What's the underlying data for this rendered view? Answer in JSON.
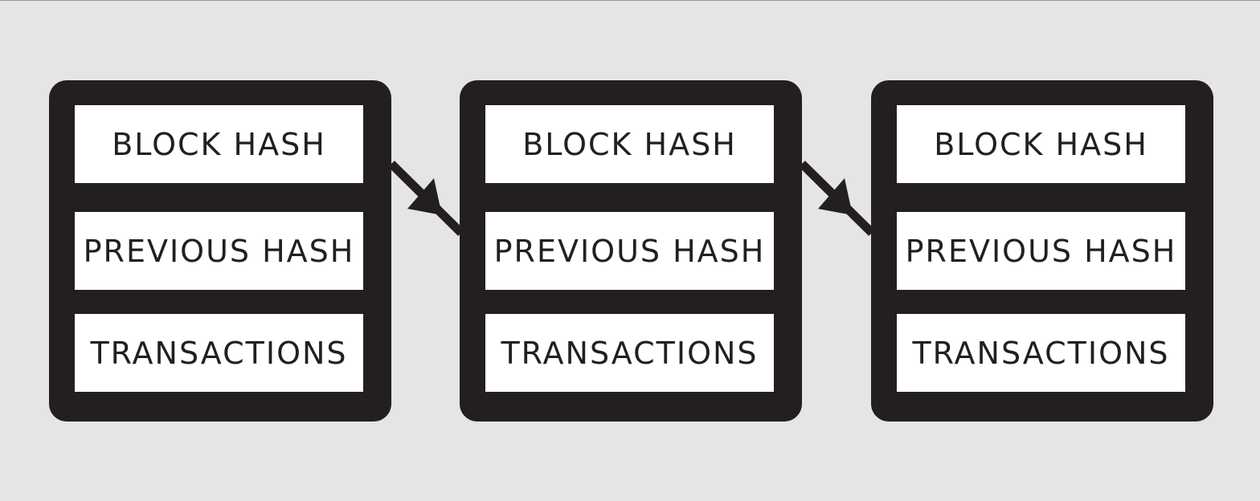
{
  "colors": {
    "background": "#e5e5e5",
    "block": "#231f20",
    "field": "#ffffff",
    "text": "#231f20"
  },
  "blocks": [
    {
      "block_hash": "BLOCK HASH",
      "previous_hash": "PREVIOUS HASH",
      "transactions": "TRANSACTIONS"
    },
    {
      "block_hash": "BLOCK HASH",
      "previous_hash": "PREVIOUS HASH",
      "transactions": "TRANSACTIONS"
    },
    {
      "block_hash": "BLOCK HASH",
      "previous_hash": "PREVIOUS HASH",
      "transactions": "TRANSACTIONS"
    }
  ],
  "links": [
    {
      "from": "block-1.block-hash",
      "to": "block-2.previous-hash"
    },
    {
      "from": "block-2.block-hash",
      "to": "block-3.previous-hash"
    }
  ]
}
